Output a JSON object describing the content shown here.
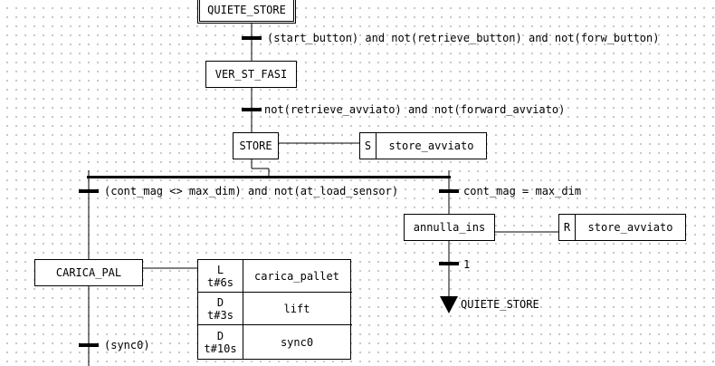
{
  "steps": {
    "initial": "QUIETE_STORE",
    "ver_st_fasi": "VER_ST_FASI",
    "store": "STORE",
    "annulla_ins": "annulla_ins",
    "carica_pal": "CARICA_PAL"
  },
  "transitions": {
    "t1": "(start_button) and not(retrieve_button) and not(forw_button)",
    "t2": "not(retrieve_avviato) and not(forward_avviato)",
    "t3": "(cont_mag <> max_dim) and not(at_load_sensor)",
    "t4": "cont_mag = max_dim",
    "t5": "1",
    "t6": "(sync0)"
  },
  "actions": {
    "store_action": {
      "qualifier": "S",
      "name": "store_avviato"
    },
    "annulla_action": {
      "qualifier": "R",
      "name": "store_avviato"
    },
    "carica_actions": [
      {
        "qualifier": "L",
        "time": "t#6s",
        "name": "carica_pallet"
      },
      {
        "qualifier": "D",
        "time": "t#3s",
        "name": "lift"
      },
      {
        "qualifier": "D",
        "time": "t#10s",
        "name": "sync0"
      }
    ]
  },
  "jump": {
    "target": "QUIETE_STORE"
  }
}
